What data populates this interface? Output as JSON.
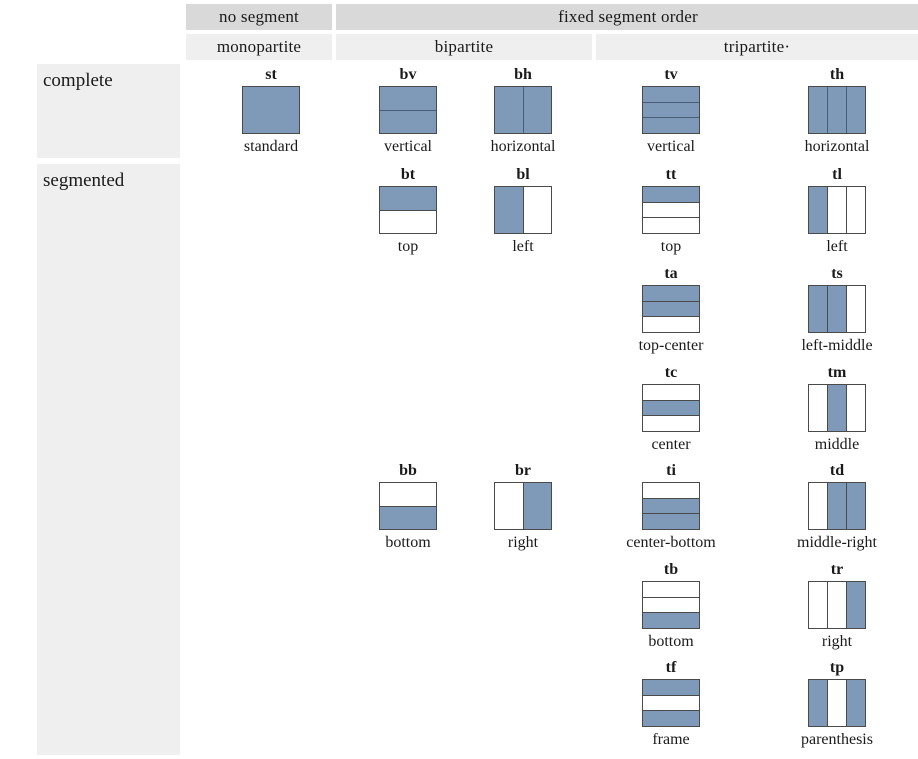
{
  "header": {
    "level1": [
      {
        "label": "no segment",
        "span": "mono"
      },
      {
        "label": "fixed  segment order",
        "span": "fixed"
      }
    ],
    "level2": [
      {
        "label": "monopartite",
        "span": "mono"
      },
      {
        "label": "bipartite",
        "span": "bi"
      },
      {
        "label": "tripartite·",
        "span": "tri"
      }
    ]
  },
  "rows": {
    "complete": "complete",
    "segmented": "segmented"
  },
  "colors": {
    "fill": "#7f9ab8",
    "stroke": "#4a4a4a",
    "header_level1_bg": "#d9d9d9",
    "header_level2_bg": "#efefef",
    "rowlabel_bg": "#efefef"
  },
  "glyphs": [
    {
      "code": "st",
      "caption": "standard",
      "col": "mono",
      "band": "complete",
      "axis": "horz",
      "parts": 1,
      "on": [
        0
      ]
    },
    {
      "code": "bv",
      "caption": "vertical",
      "col": "bi-1",
      "band": "complete",
      "axis": "vert",
      "parts": 2,
      "on": [
        0,
        1
      ]
    },
    {
      "code": "bh",
      "caption": "horizontal",
      "col": "bi-2",
      "band": "complete",
      "axis": "horz",
      "parts": 2,
      "on": [
        0,
        1
      ]
    },
    {
      "code": "tv",
      "caption": "vertical",
      "col": "tri-1",
      "band": "complete",
      "axis": "vert",
      "parts": 3,
      "on": [
        0,
        1,
        2
      ]
    },
    {
      "code": "th",
      "caption": "horizontal",
      "col": "tri-2",
      "band": "complete",
      "axis": "horz",
      "parts": 3,
      "on": [
        0,
        1,
        2
      ]
    },
    {
      "code": "bt",
      "caption": "top",
      "col": "bi-1",
      "band": "seg-1",
      "axis": "vert",
      "parts": 2,
      "on": [
        0
      ]
    },
    {
      "code": "bl",
      "caption": "left",
      "col": "bi-2",
      "band": "seg-1",
      "axis": "horz",
      "parts": 2,
      "on": [
        0
      ]
    },
    {
      "code": "tt",
      "caption": "top",
      "col": "tri-1",
      "band": "seg-1",
      "axis": "vert",
      "parts": 3,
      "on": [
        0
      ]
    },
    {
      "code": "tl",
      "caption": "left",
      "col": "tri-2",
      "band": "seg-1",
      "axis": "horz",
      "parts": 3,
      "on": [
        0
      ]
    },
    {
      "code": "ta",
      "caption": "top-center",
      "col": "tri-1",
      "band": "seg-2",
      "axis": "vert",
      "parts": 3,
      "on": [
        0,
        1
      ]
    },
    {
      "code": "ts",
      "caption": "left-middle",
      "col": "tri-2",
      "band": "seg-2",
      "axis": "horz",
      "parts": 3,
      "on": [
        0,
        1
      ]
    },
    {
      "code": "tc",
      "caption": "center",
      "col": "tri-1",
      "band": "seg-3",
      "axis": "vert",
      "parts": 3,
      "on": [
        1
      ]
    },
    {
      "code": "tm",
      "caption": "middle",
      "col": "tri-2",
      "band": "seg-3",
      "axis": "horz",
      "parts": 3,
      "on": [
        1
      ]
    },
    {
      "code": "bb",
      "caption": "bottom",
      "col": "bi-1",
      "band": "seg-4",
      "axis": "vert",
      "parts": 2,
      "on": [
        1
      ]
    },
    {
      "code": "br",
      "caption": "right",
      "col": "bi-2",
      "band": "seg-4",
      "axis": "horz",
      "parts": 2,
      "on": [
        1
      ]
    },
    {
      "code": "ti",
      "caption": "center-bottom",
      "col": "tri-1",
      "band": "seg-4",
      "axis": "vert",
      "parts": 3,
      "on": [
        1,
        2
      ]
    },
    {
      "code": "td",
      "caption": "middle-right",
      "col": "tri-2",
      "band": "seg-4",
      "axis": "horz",
      "parts": 3,
      "on": [
        1,
        2
      ]
    },
    {
      "code": "tb",
      "caption": "bottom",
      "col": "tri-1",
      "band": "seg-5",
      "axis": "vert",
      "parts": 3,
      "on": [
        2
      ]
    },
    {
      "code": "tr",
      "caption": "right",
      "col": "tri-2",
      "band": "seg-5",
      "axis": "horz",
      "parts": 3,
      "on": [
        2
      ]
    },
    {
      "code": "tf",
      "caption": "frame",
      "col": "tri-1",
      "band": "seg-6",
      "axis": "vert",
      "parts": 3,
      "on": [
        0,
        2
      ]
    },
    {
      "code": "tp",
      "caption": "parenthesis",
      "col": "tri-2",
      "band": "seg-6",
      "axis": "horz",
      "parts": 3,
      "on": [
        0,
        2
      ]
    }
  ]
}
